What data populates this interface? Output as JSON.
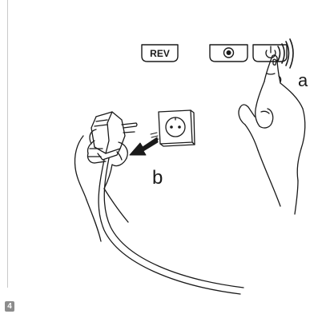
{
  "illustration": {
    "rev_button_label": "REV",
    "callout_a": "a",
    "callout_b": "b"
  },
  "step_number": "4"
}
